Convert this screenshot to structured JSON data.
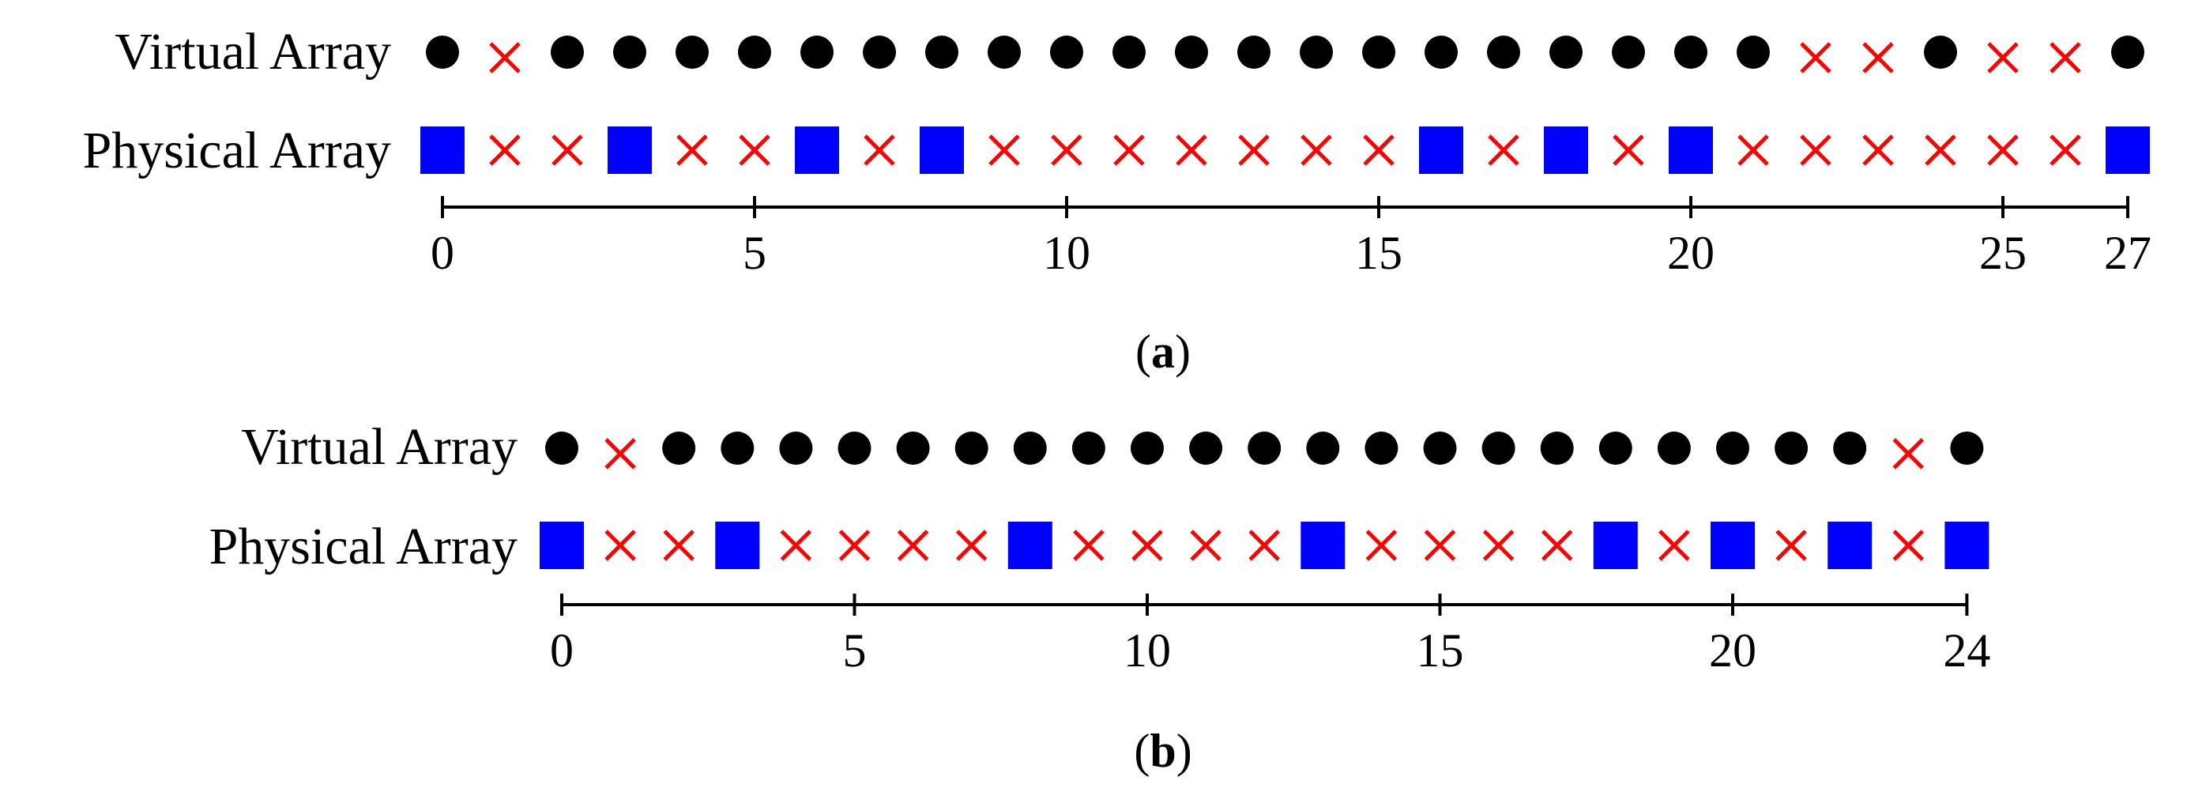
{
  "colors": {
    "virtual_element": "#000000",
    "physical_element": "#0000ff",
    "hole": "#ff0000",
    "axis": "#000000"
  },
  "icons": {
    "virtual_element": "filled-circle",
    "physical_element": "filled-square",
    "hole": "cross"
  },
  "panels": [
    {
      "id": "a",
      "label_open": "(",
      "label_letter": "a",
      "label_close": ")",
      "virtual_label": "Virtual Array",
      "physical_label": "Physical Array",
      "aperture": 27,
      "virtual_sensor_positions": [
        0,
        2,
        3,
        4,
        5,
        6,
        7,
        8,
        9,
        10,
        11,
        12,
        13,
        14,
        15,
        16,
        17,
        18,
        19,
        20,
        21,
        24,
        27
      ],
      "virtual_hole_positions": [
        1,
        22,
        23,
        25,
        26
      ],
      "physical_sensor_positions": [
        0,
        3,
        6,
        8,
        16,
        18,
        20,
        27
      ],
      "physical_hole_positions": [
        1,
        2,
        4,
        5,
        7,
        9,
        10,
        11,
        12,
        13,
        14,
        15,
        17,
        19,
        21,
        22,
        23,
        24,
        25,
        26
      ],
      "ticks": [
        {
          "value": 0,
          "label": "0"
        },
        {
          "value": 5,
          "label": "5"
        },
        {
          "value": 10,
          "label": "10"
        },
        {
          "value": 15,
          "label": "15"
        },
        {
          "value": 20,
          "label": "20"
        },
        {
          "value": 25,
          "label": "25"
        },
        {
          "value": 27,
          "label": "27"
        }
      ]
    },
    {
      "id": "b",
      "label_open": "(",
      "label_letter": "b",
      "label_close": ")",
      "virtual_label": "Virtual Array",
      "physical_label": "Physical Array",
      "aperture": 24,
      "virtual_sensor_positions": [
        0,
        2,
        3,
        4,
        5,
        6,
        7,
        8,
        9,
        10,
        11,
        12,
        13,
        14,
        15,
        16,
        17,
        18,
        19,
        20,
        21,
        22,
        24
      ],
      "virtual_hole_positions": [
        1,
        23
      ],
      "physical_sensor_positions": [
        0,
        3,
        8,
        13,
        18,
        20,
        22,
        24
      ],
      "physical_hole_positions": [
        1,
        2,
        4,
        5,
        6,
        7,
        9,
        10,
        11,
        12,
        14,
        15,
        16,
        17,
        19,
        21,
        23
      ],
      "ticks": [
        {
          "value": 0,
          "label": "0"
        },
        {
          "value": 5,
          "label": "5"
        },
        {
          "value": 10,
          "label": "10"
        },
        {
          "value": 15,
          "label": "15"
        },
        {
          "value": 20,
          "label": "20"
        },
        {
          "value": 24,
          "label": "24"
        }
      ]
    }
  ]
}
